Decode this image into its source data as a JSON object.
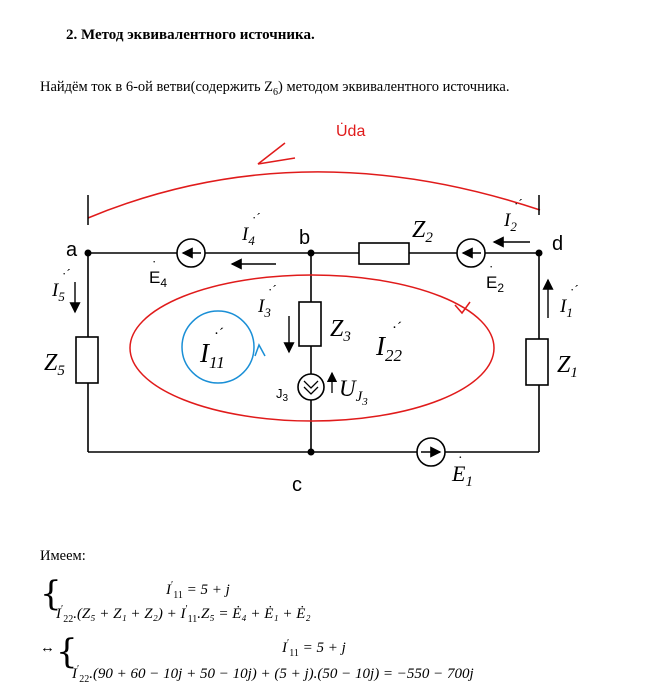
{
  "section": {
    "heading": "2.  Метод эквивалентного источника.",
    "intro_main": "Найдём ток в 6-ой ветви(содержить Z",
    "intro_sub": "6",
    "intro_tail": ") методом эквивалентного источника."
  },
  "circuit": {
    "nodes": {
      "a": "a",
      "b": "b",
      "c": "c",
      "d": "d"
    },
    "voltage_label": "U̇da",
    "impedances": {
      "z1": "Z",
      "z1_sub": "1",
      "z2": "Z",
      "z2_sub": "2",
      "z3": "Z",
      "z3_sub": "3",
      "z5": "Z",
      "z5_sub": "5"
    },
    "sources": {
      "e1": "E",
      "e1_sub": "1",
      "e2": "E",
      "e2_sub": "2",
      "e4": "E",
      "e4_sub": "4",
      "j3": "J",
      "j3_sub": "3",
      "uj3": "U",
      "uj3_sub": "J",
      "uj3_subsub": "3"
    },
    "currents": {
      "i1": "I",
      "i1_sub": "1",
      "i2": "I",
      "i2_sub": "2",
      "i3": "I",
      "i3_sub": "3",
      "i4": "I",
      "i4_sub": "4",
      "i5": "I",
      "i5_sub": "5"
    },
    "loops": {
      "i11": "I",
      "i11_sub": "11",
      "i22": "I",
      "i22_sub": "22"
    },
    "colors": {
      "wire": "#000000",
      "loop_red": "#e01b1b",
      "loop_blue": "#1a8fd6"
    }
  },
  "solution": {
    "label": "Имеем:",
    "sys1": {
      "eq1_lhs": "I",
      "eq1_sub": "11",
      "eq1_rhs": " =  5 + j",
      "eq2": ".(Z₅ + Z₁ + Z₂) + ",
      "eq2_mid": ".Z₅ =  ",
      "eq2_rhs": "Ė₄ + Ė₁ + Ė₂"
    },
    "arrow": "↔",
    "sys2": {
      "eq1_rhs": " =  5 + j",
      "eq2_mid": ".(90 + 60 − 10j + 50 − 10j) + (5 + j).(50 − 10j) =  −550 − 700j"
    }
  }
}
